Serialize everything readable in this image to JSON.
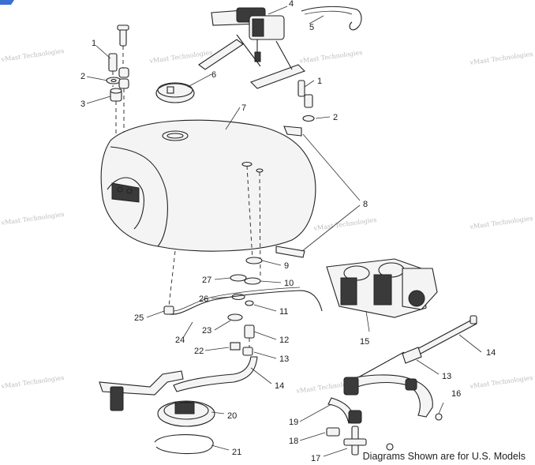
{
  "caption": "Diagrams Shown are for U.S. Models",
  "watermark": {
    "line1": "vMast Technologies",
    "line2": "Technologies"
  },
  "callouts": [
    {
      "id": "c1a",
      "text": "1"
    },
    {
      "id": "c2a",
      "text": "2"
    },
    {
      "id": "c3",
      "text": "3"
    },
    {
      "id": "c4",
      "text": "4"
    },
    {
      "id": "c5",
      "text": "5"
    },
    {
      "id": "c6",
      "text": "6"
    },
    {
      "id": "c1b",
      "text": "1"
    },
    {
      "id": "c7",
      "text": "7"
    },
    {
      "id": "c2b",
      "text": "2"
    },
    {
      "id": "c8",
      "text": "8"
    },
    {
      "id": "c9",
      "text": "9"
    },
    {
      "id": "c27",
      "text": "27"
    },
    {
      "id": "c10",
      "text": "10"
    },
    {
      "id": "c26",
      "text": "26"
    },
    {
      "id": "c11",
      "text": "11"
    },
    {
      "id": "c25",
      "text": "25"
    },
    {
      "id": "c23",
      "text": "23"
    },
    {
      "id": "c15",
      "text": "15"
    },
    {
      "id": "c12",
      "text": "12"
    },
    {
      "id": "c24",
      "text": "24"
    },
    {
      "id": "c14a",
      "text": "14"
    },
    {
      "id": "c22",
      "text": "22"
    },
    {
      "id": "c13a",
      "text": "13"
    },
    {
      "id": "c13b",
      "text": "13"
    },
    {
      "id": "c14b",
      "text": "14"
    },
    {
      "id": "c16",
      "text": "16"
    },
    {
      "id": "c20",
      "text": "20"
    },
    {
      "id": "c19",
      "text": "19"
    },
    {
      "id": "c18",
      "text": "18"
    },
    {
      "id": "c21",
      "text": "21"
    },
    {
      "id": "c17",
      "text": "17"
    }
  ]
}
